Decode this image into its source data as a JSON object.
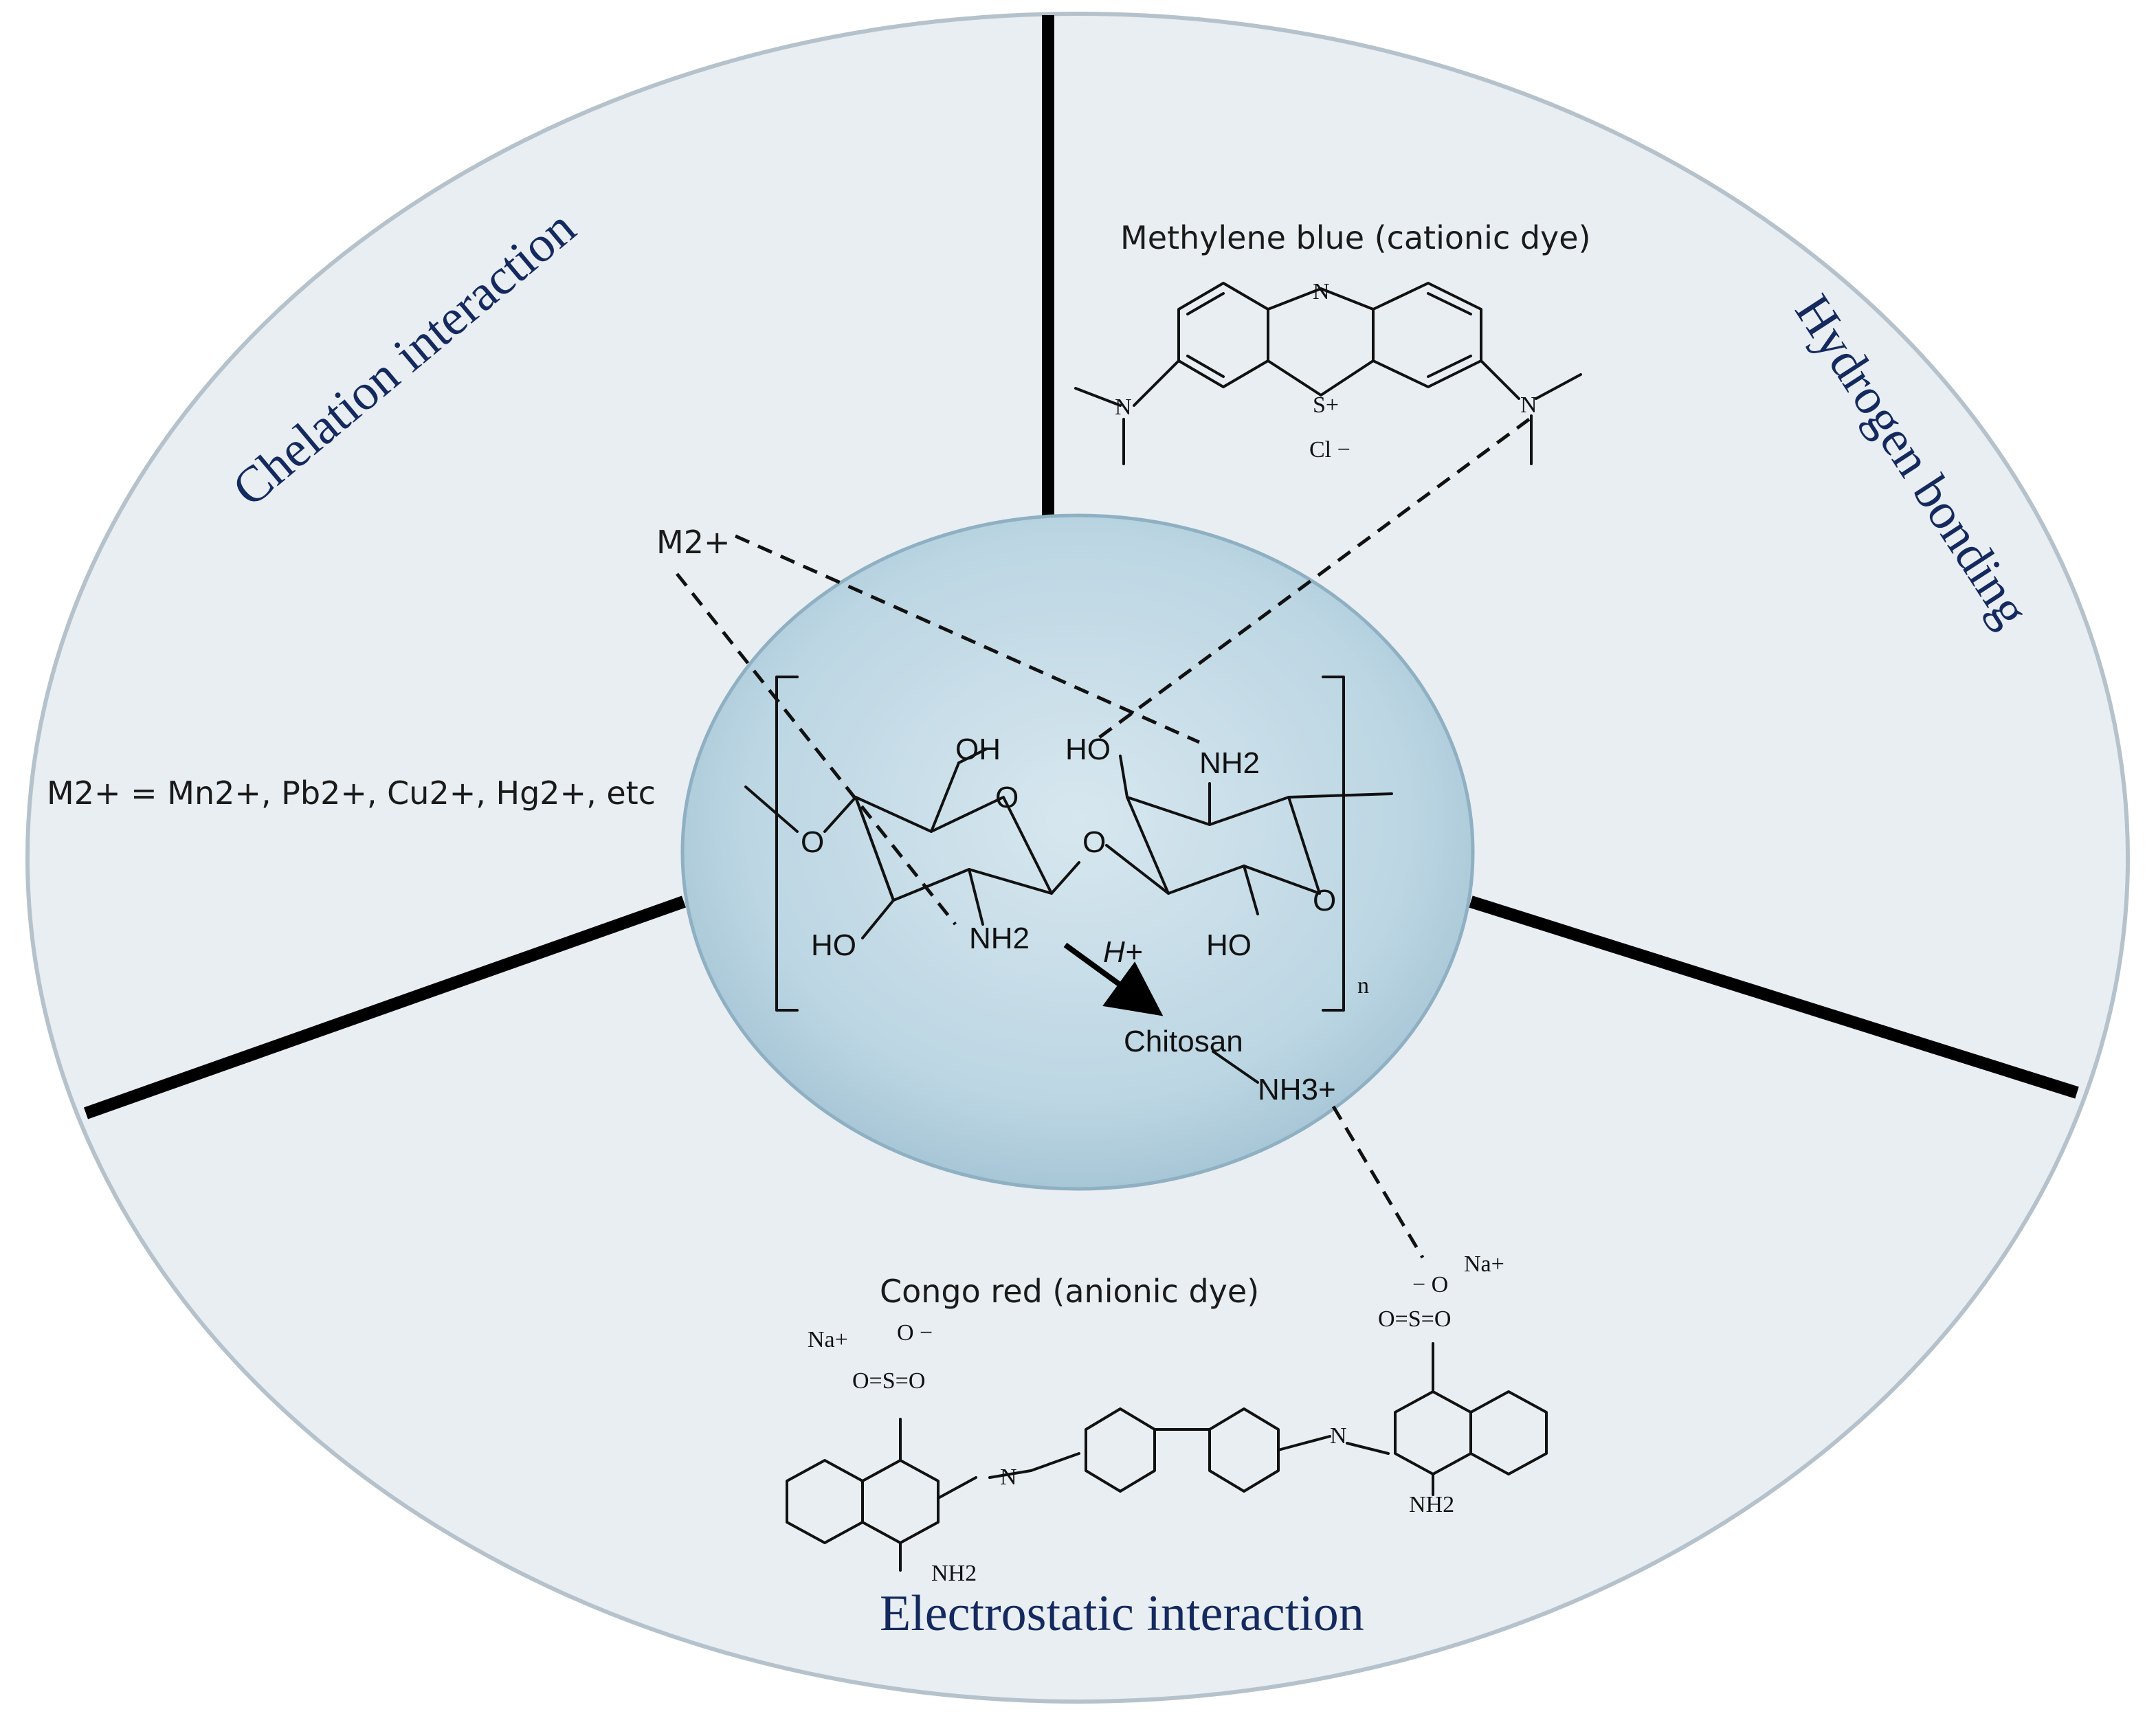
{
  "sections": {
    "chelation": "Chelation interaction",
    "hydrogen": "Hydrogen bonding",
    "electrostatic": "Electrostatic interaction"
  },
  "metal_ion": "M2+",
  "metal_list": "M2+ = Mn2+, Pb2+, Cu2+, Hg2+, etc",
  "methylene_blue": {
    "name": "Methylene blue (cationic dye)",
    "n": "N",
    "s": "S+",
    "cl": "Cl −"
  },
  "chitosan": {
    "oh1": "OH",
    "oh2": "HO",
    "oh3": "HO",
    "oh4": "HO",
    "nh2_left": "NH2",
    "nh2_right": "NH2",
    "o_ring1": "O",
    "o_ring2": "O",
    "o_link1": "O",
    "o_link2": "O",
    "n_sub": "n",
    "h_plus": "H+",
    "label": "Chitosan",
    "nh3": "NH3+"
  },
  "congo_red": {
    "name": "Congo red (anionic dye)",
    "na_left": "Na+",
    "o_minus_left": "O −",
    "so2_left": "O=S=O",
    "nh2_left": "NH2",
    "na_right": "Na+",
    "o_minus_right": "− O",
    "so2_right": "O=S=O",
    "nh2_right": "NH2",
    "azo": "N"
  },
  "colors": {
    "outer_fill": "#e8eef2",
    "inner_fill": "#bcd6e3",
    "title": "#14295e"
  }
}
